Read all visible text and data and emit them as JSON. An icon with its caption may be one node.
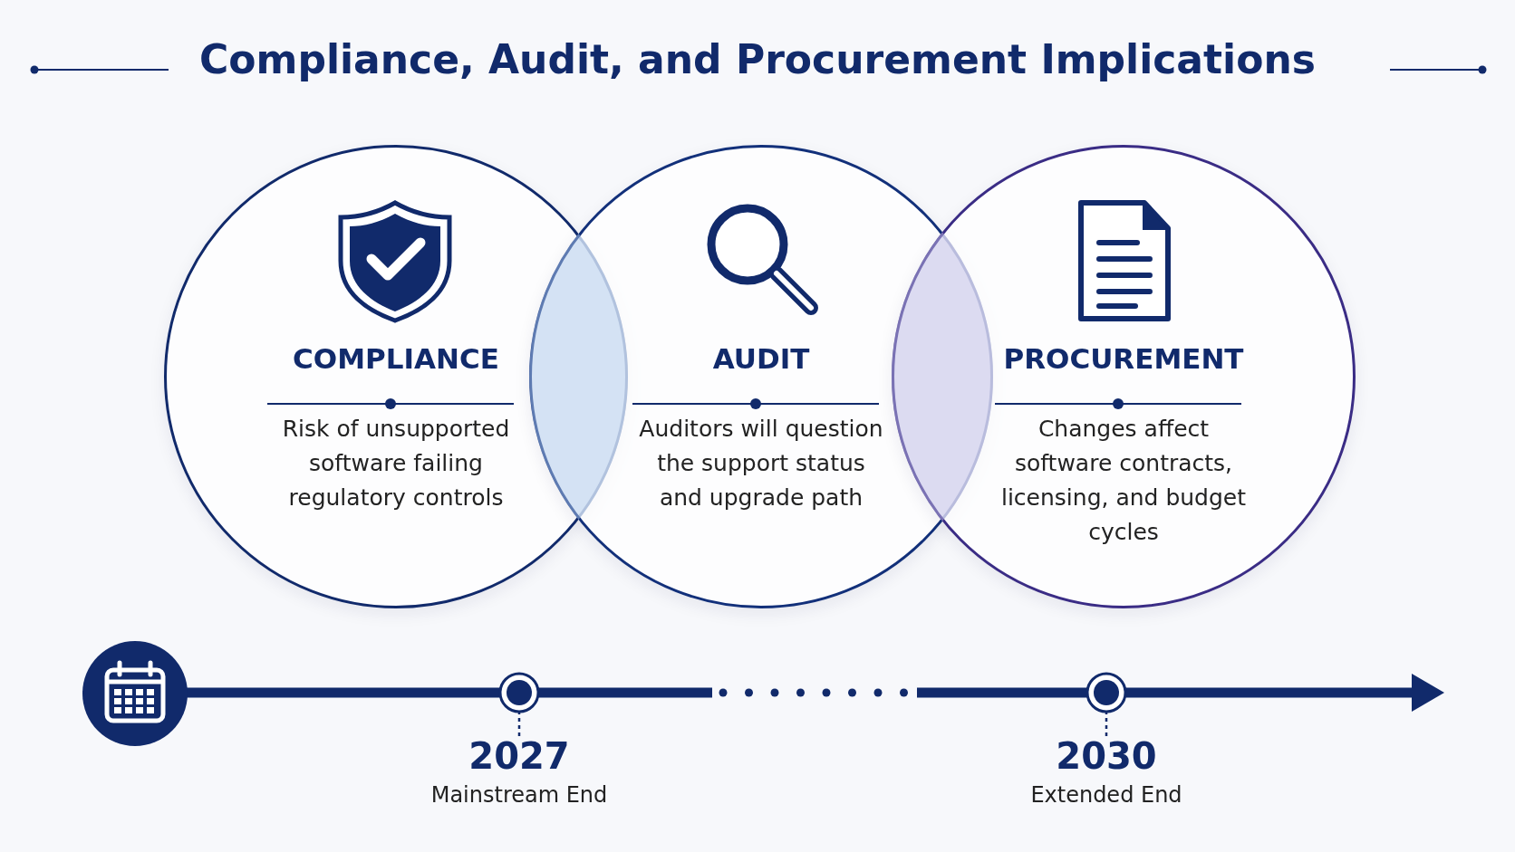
{
  "diagram": {
    "title": "Compliance, Audit, and Procurement Implications",
    "nodes": [
      {
        "text": [
          "COMPLIANCE",
          "Risk of unsupported software failing regulatory controls"
        ]
      },
      {
        "text": [
          "AUDIT",
          "Auditors will question the support status and upgrade path"
        ]
      },
      {
        "text": [
          "PROCUREMENT",
          "Changes affect software contracts, licensing, and budget cycles"
        ]
      }
    ],
    "labels": [
      "2027",
      "Mainstream End",
      "2030",
      "Extended End"
    ]
  }
}
